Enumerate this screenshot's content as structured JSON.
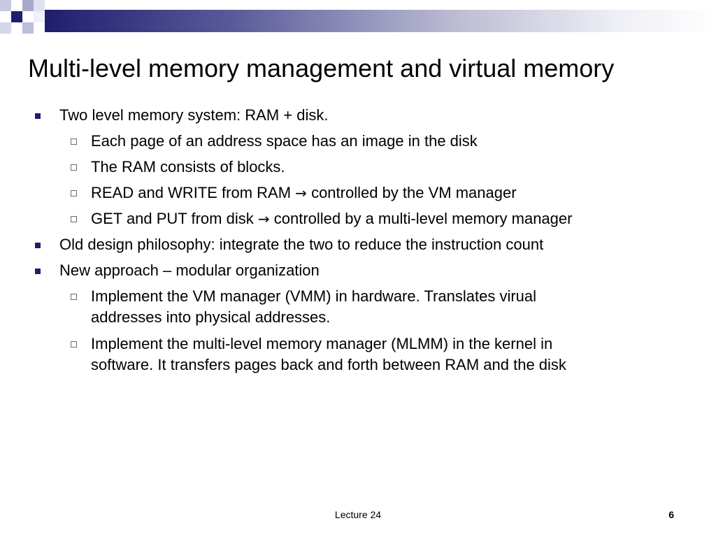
{
  "slide": {
    "title": "Multi-level memory management and virtual memory",
    "accent_color": "#1e1e6e",
    "bullets": [
      {
        "level": 1,
        "text": "Two level memory system: RAM + disk."
      },
      {
        "level": 2,
        "text": "Each page of an address space has an image in the disk"
      },
      {
        "level": 2,
        "text": "The RAM consists of blocks."
      },
      {
        "level": 2,
        "before": "READ and WRITE from RAM",
        "arrow": "right-arrow-icon",
        "after": "controlled by the VM manager"
      },
      {
        "level": 2,
        "before": "GET and PUT from disk",
        "arrow": "right-arrow-icon",
        "after": "controlled by a multi-level memory manager"
      },
      {
        "level": 1,
        "text": "Old design philosophy: integrate the two to reduce the instruction count"
      },
      {
        "level": 1,
        "text": "New approach – modular organization"
      },
      {
        "level": 2,
        "line1": "Implement  the VM manager (VMM) in hardware. Translates virual",
        "line2": "addresses into physical addresses."
      },
      {
        "level": 2,
        "line1": "Implement the multi-level memory manager (MLMM) in the kernel in",
        "line2": "software. It transfers pages back and forth between RAM and the disk"
      }
    ]
  },
  "footer": {
    "label": "Lecture 24",
    "page_number": "6"
  }
}
